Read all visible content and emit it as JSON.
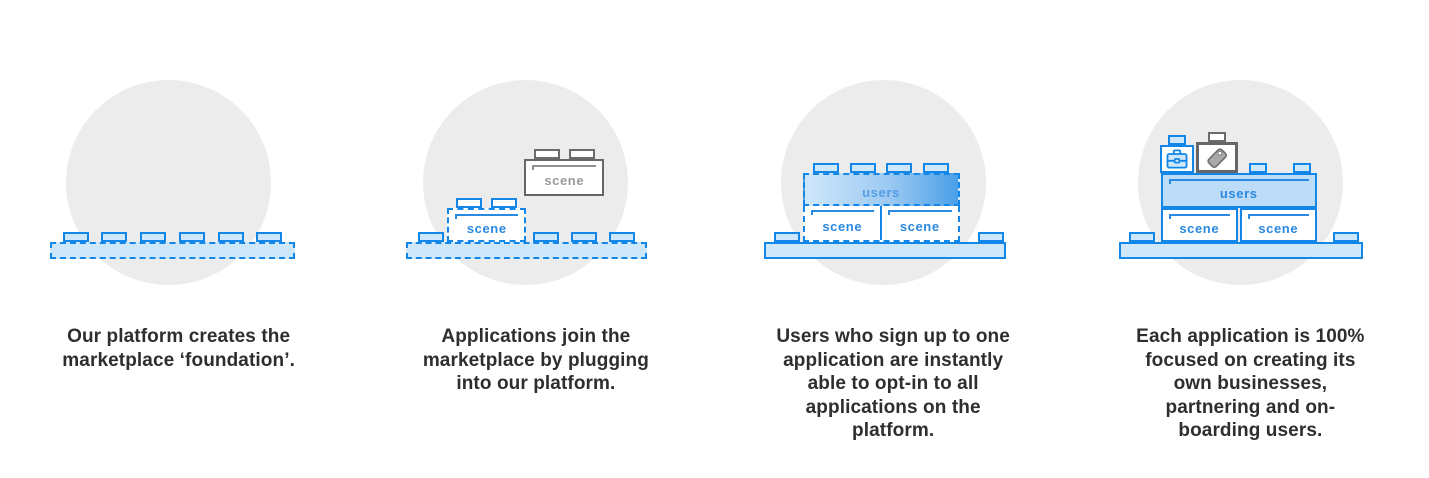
{
  "colors": {
    "brand_blue": "#1287e8",
    "light_blue_fill": "#cfe7fb",
    "users_fill": "#bcdcf7",
    "users_gradient_end": "#4a9fe8",
    "gray_border": "#666666",
    "gray_icon": "#a9a9a9",
    "circle_gray": "#ececec",
    "caption_text": "#2e2e2e",
    "label_blue": "#2b89e0"
  },
  "panels": [
    {
      "name": "foundation",
      "caption": "Our platform creates the\nmarketplace ‘foundation’.",
      "bricks": {
        "baseplate": {
          "studs": 6,
          "border": "dashed"
        }
      }
    },
    {
      "name": "applications-join",
      "caption": "Applications join the\nmarketplace by plugging\ninto our platform.",
      "bricks": {
        "plugged_app": {
          "label": "scene"
        },
        "floating_app": {
          "label": "scene"
        }
      }
    },
    {
      "name": "users-opt-in",
      "caption": "Users who sign up to one\napplication are instantly\nable to opt-in to all\napplications on the\nplatform.",
      "bricks": {
        "users": {
          "label": "users"
        },
        "scene_left": {
          "label": "scene"
        },
        "scene_right": {
          "label": "scene"
        }
      }
    },
    {
      "name": "application-business",
      "caption": "Each application is 100%\nfocused on creating its\nown businesses,\npartnering and on-\nboarding users.",
      "bricks": {
        "users": {
          "label": "users"
        },
        "scene_left": {
          "label": "scene"
        },
        "scene_right": {
          "label": "scene"
        },
        "briefcase_brick": {
          "icon": "briefcase-icon"
        },
        "tag_brick": {
          "icon": "tag-icon"
        }
      }
    }
  ]
}
